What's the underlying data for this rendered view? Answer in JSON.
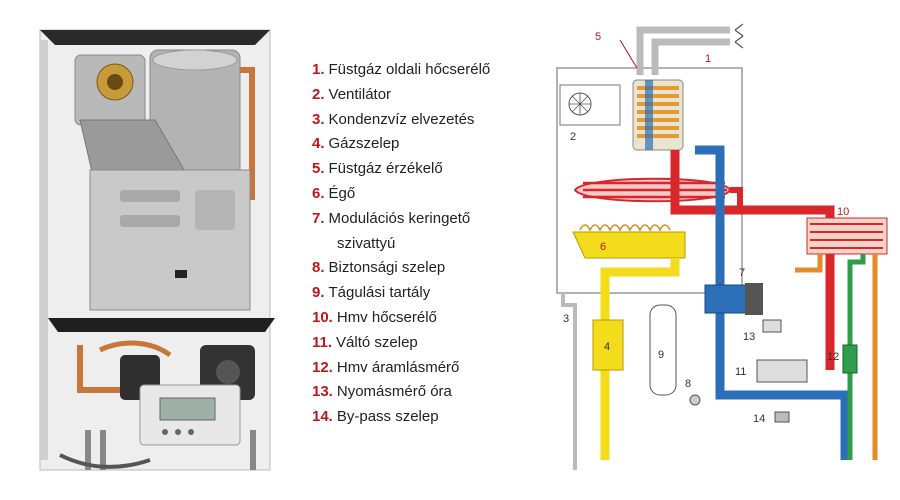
{
  "legend": [
    {
      "num": "1.",
      "text": "Füstgáz oldali hőcserélő"
    },
    {
      "num": "2.",
      "text": "Ventilátor"
    },
    {
      "num": "3.",
      "text": "Kondenzvíz elvezetés"
    },
    {
      "num": "4.",
      "text": "Gázszelep"
    },
    {
      "num": "5.",
      "text": "Füstgáz érzékelő"
    },
    {
      "num": "6.",
      "text": "Égő"
    },
    {
      "num": "7.",
      "text": "Modulációs keringető",
      "cont": "szivattyú"
    },
    {
      "num": "8.",
      "text": "Biztonsági szelep"
    },
    {
      "num": "9.",
      "text": "Tágulási tartály"
    },
    {
      "num": "10.",
      "text": "Hmv hőcserélő"
    },
    {
      "num": "11.",
      "text": "Váltó szelep"
    },
    {
      "num": "12.",
      "text": "Hmv áramlásmérő"
    },
    {
      "num": "13.",
      "text": "Nyomásmérő óra"
    },
    {
      "num": "14.",
      "text": "By-pass szelep"
    }
  ],
  "diagram_labels": {
    "n1": "1",
    "n2": "2",
    "n3": "3",
    "n4": "4",
    "n5": "5",
    "n6": "6",
    "n7": "7",
    "n8": "8",
    "n9": "9",
    "n10": "10",
    "n11": "11",
    "n12": "12",
    "n13": "13",
    "n14": "14"
  },
  "colors": {
    "hot_water": "#d9262b",
    "return_water": "#2a6fb8",
    "gas": "#f2dc1b",
    "dhw_cold": "#2e9e4a",
    "dhw_hot": "#e58a2b",
    "number_red": "#c0161b"
  }
}
